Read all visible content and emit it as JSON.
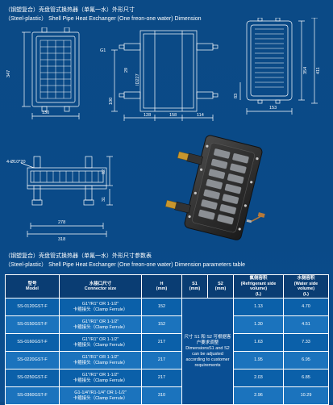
{
  "dimension_title": {
    "cn": "（钢塑复合）壳盘管式换热器（单氟一水）外形尺寸",
    "en": "（Steel-plastic）  Shell Pipe Heat Exchanger (One freon-one water) Dimension"
  },
  "dimensions": {
    "front": {
      "d347": "347",
      "d130": "130"
    },
    "side": {
      "d100": "100",
      "d29": "29",
      "dG1": "G1",
      "d227": "ID227",
      "d128": "128",
      "d158": "158",
      "d114": "114"
    },
    "right": {
      "d354": "354",
      "d411": "411",
      "d83": "83",
      "d153": "153"
    },
    "bottom": {
      "d4": "4-Ø10*20",
      "d278": "278",
      "d318": "318",
      "d82": "82",
      "d31": "31"
    }
  },
  "param_title": {
    "cn": "（钢塑复合）壳盘管式换热器（单氟一水）外形尺寸参数表",
    "en": "（Steel-plastic）  Shell Pipe Heat Exchanger (One freon-one water) Dimension parameters table"
  },
  "table": {
    "headers": {
      "model_cn": "型号",
      "model_en": "Model",
      "conn_cn": "水接口尺寸",
      "conn_en": "Connector size",
      "h": "H",
      "h_unit": "(mm)",
      "s1": "S1",
      "s1_unit": "(mm)",
      "s2": "S2",
      "s2_unit": "(mm)",
      "ref_cn": "氟侧容积",
      "ref_en": "(Refrigerant side volume)",
      "ref_unit": "(L)",
      "water_cn": "水侧容积",
      "water_en": "(Water side volume)",
      "water_unit": "(L)"
    },
    "merged_note": "尺寸 S1 和 S2 可根据客户要求调整 DimensionsS1 and S2 can be adjusted according to customer requirements",
    "rows": [
      {
        "model": "SS-0120GST-F",
        "conn1": "G1\"/R1\" OR 1-1/2\"",
        "conn2": "卡箍接头（Clamp Ferrule）",
        "h": "152",
        "ref": "1.13",
        "water": "4.70"
      },
      {
        "model": "SS-0150GST-F",
        "conn1": "G1\"/R1\" OR 1-1/2\"",
        "conn2": "卡箍接头（Clamp Ferrule）",
        "h": "152",
        "ref": "1.30",
        "water": "4.51"
      },
      {
        "model": "SS-0160GST-F",
        "conn1": "G1\"/R1\" OR 1-1/2\"",
        "conn2": "卡箍接头（Clamp Ferrule）",
        "h": "217",
        "ref": "1.63",
        "water": "7.33"
      },
      {
        "model": "SS-0220GST-F",
        "conn1": "G1\"/R1\" OR 1-1/2\"",
        "conn2": "卡箍接头（Clamp Ferrule）",
        "h": "217",
        "ref": "1.95",
        "water": "6.95"
      },
      {
        "model": "SS-0250GST-F",
        "conn1": "G1\"/R1\" OR 1-1/2\"",
        "conn2": "卡箍接头（Clamp Ferrule）",
        "h": "217",
        "ref": "2.03",
        "water": "6.85"
      },
      {
        "model": "SS-0360GST-F",
        "conn1": "G1-1/4\"/R1-1/4\" OR 1-1/2\"",
        "conn2": "卡箍接头（Clamp Ferrule）",
        "h": "310",
        "ref": "2.96",
        "water": "10.29"
      }
    ]
  }
}
